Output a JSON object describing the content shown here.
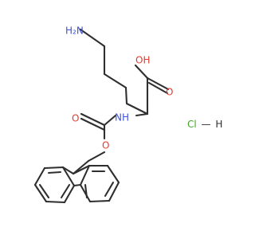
{
  "molecule": {
    "atoms": {
      "amine": {
        "text": "H2N",
        "display": "H₂N",
        "color": "#3f54d6"
      },
      "acid_oh": {
        "text": "OH",
        "color": "#e53a2f"
      },
      "acid_carbonyl_o": {
        "text": "O",
        "color": "#e53a2f"
      },
      "amide_nh": {
        "text": "NH",
        "color": "#3f54d6"
      },
      "carbamate_carbonyl_o": {
        "text": "O",
        "color": "#e53a2f"
      },
      "ester_o": {
        "text": "O",
        "color": "#e53a2f"
      }
    },
    "salt": {
      "text": "HCl",
      "display": "Cl—H",
      "cl_color": "#46a22a",
      "h_color": "#2f2f2f"
    }
  }
}
